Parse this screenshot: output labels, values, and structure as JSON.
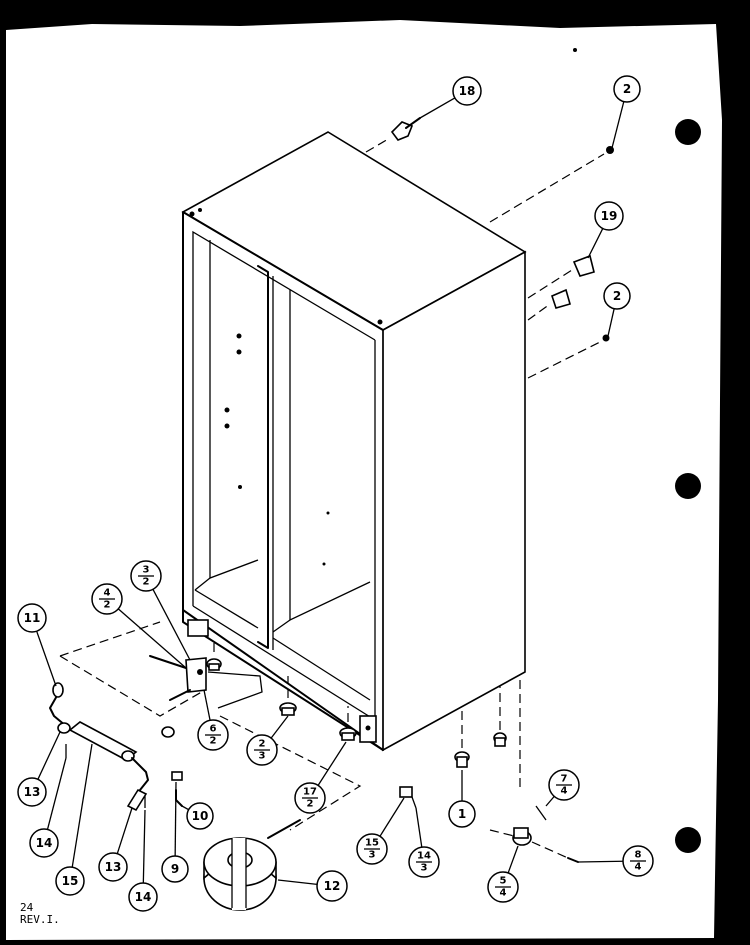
{
  "diagram": {
    "callouts": [
      {
        "id": "c18",
        "label": "18"
      },
      {
        "id": "c2a",
        "label": "2"
      },
      {
        "id": "c19",
        "label": "19"
      },
      {
        "id": "c2b",
        "label": "2"
      },
      {
        "id": "c3-2",
        "num": "3",
        "den": "2"
      },
      {
        "id": "c4-2",
        "num": "4",
        "den": "2"
      },
      {
        "id": "c11",
        "label": "11"
      },
      {
        "id": "c6-2",
        "num": "6",
        "den": "2"
      },
      {
        "id": "c2-3",
        "num": "2",
        "den": "3"
      },
      {
        "id": "c17-2",
        "num": "17",
        "den": "2"
      },
      {
        "id": "c1",
        "label": "1"
      },
      {
        "id": "c7-4",
        "num": "7",
        "den": "4"
      },
      {
        "id": "c13a",
        "label": "13"
      },
      {
        "id": "c10",
        "label": "10"
      },
      {
        "id": "c14a",
        "label": "14"
      },
      {
        "id": "c15",
        "label": "15"
      },
      {
        "id": "c13b",
        "label": "13"
      },
      {
        "id": "c9",
        "label": "9"
      },
      {
        "id": "c14b",
        "label": "14"
      },
      {
        "id": "c12",
        "label": "12"
      },
      {
        "id": "c15-3",
        "num": "15",
        "den": "3"
      },
      {
        "id": "c14-3",
        "num": "14",
        "den": "3"
      },
      {
        "id": "c8-4",
        "num": "8",
        "den": "4"
      },
      {
        "id": "c5-4",
        "num": "5",
        "den": "4"
      }
    ]
  },
  "footer": {
    "page_number": "24",
    "revision": "REV.I."
  }
}
